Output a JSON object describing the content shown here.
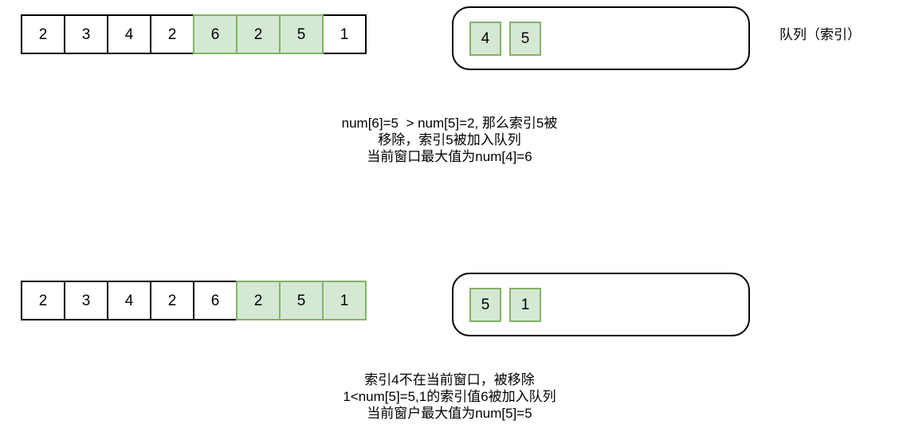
{
  "steps": [
    {
      "id": "step-1",
      "array": {
        "label": "array-row-1",
        "cells": [
          {
            "value": "2",
            "highlighted": false
          },
          {
            "value": "3",
            "highlighted": false
          },
          {
            "value": "4",
            "highlighted": false
          },
          {
            "value": "2",
            "highlighted": false
          },
          {
            "value": "6",
            "highlighted": true
          },
          {
            "value": "2",
            "highlighted": true
          },
          {
            "value": "5",
            "highlighted": true
          },
          {
            "value": "1",
            "highlighted": false
          }
        ]
      },
      "queue": {
        "cells": [
          {
            "value": "4"
          },
          {
            "value": "5"
          }
        ],
        "label": "队列（索引）"
      },
      "caption": [
        "num[6]=5  > num[5]=2, 那么索引5被",
        "移除，索引5被加入队列",
        "当前窗口最大值为num[4]=6"
      ]
    },
    {
      "id": "step-2",
      "array": {
        "label": "array-row-2",
        "cells": [
          {
            "value": "2",
            "highlighted": false
          },
          {
            "value": "3",
            "highlighted": false
          },
          {
            "value": "4",
            "highlighted": false
          },
          {
            "value": "2",
            "highlighted": false
          },
          {
            "value": "6",
            "highlighted": false
          },
          {
            "value": "2",
            "highlighted": true
          },
          {
            "value": "5",
            "highlighted": true
          },
          {
            "value": "1",
            "highlighted": true
          }
        ]
      },
      "queue": {
        "cells": [
          {
            "value": "5"
          },
          {
            "value": "1"
          }
        ],
        "label": ""
      },
      "caption": [
        "索引4不在当前窗口，被移除",
        "1<num[5]=5,1的索引值6被加入队列",
        "当前窗户最大值为num[5]=5"
      ]
    }
  ],
  "colors": {
    "highlight_fill": "#d5e8d4",
    "highlight_border": "#82b366",
    "cell_border": "#000000",
    "background": "#ffffff",
    "text": "#000000"
  }
}
